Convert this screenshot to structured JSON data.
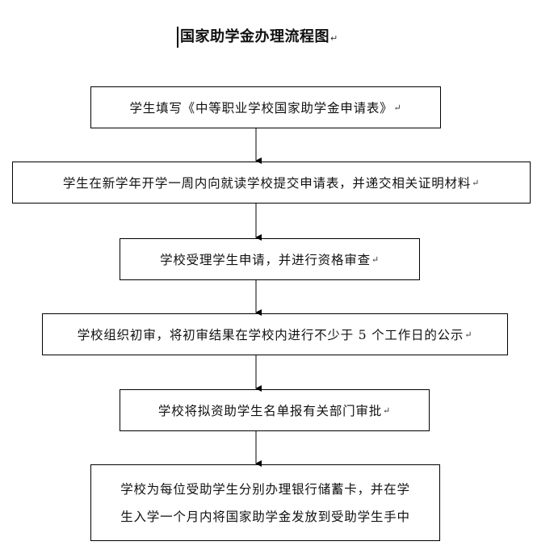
{
  "title": "国家助学金办理流程图",
  "paragraph_mark": "↵",
  "steps": [
    {
      "text": "学生填写《中等职业学校国家助学金申请表》"
    },
    {
      "text": "学生在新学年开学一周内向就读学校提交申请表，并递交相关证明材料"
    },
    {
      "text": "学校受理学生申请，并进行资格审查"
    },
    {
      "text": "学校组织初审，将初审结果在学校内进行不少于 5 个工作日的公示"
    },
    {
      "text": "学校将拟资助学生名单报有关部门审批"
    },
    {
      "lines": [
        "学校为每位受助学生分别办理银行储蓄卡，并在学",
        "生入学一个月内将国家助学金发放到受助学生手中"
      ]
    }
  ]
}
